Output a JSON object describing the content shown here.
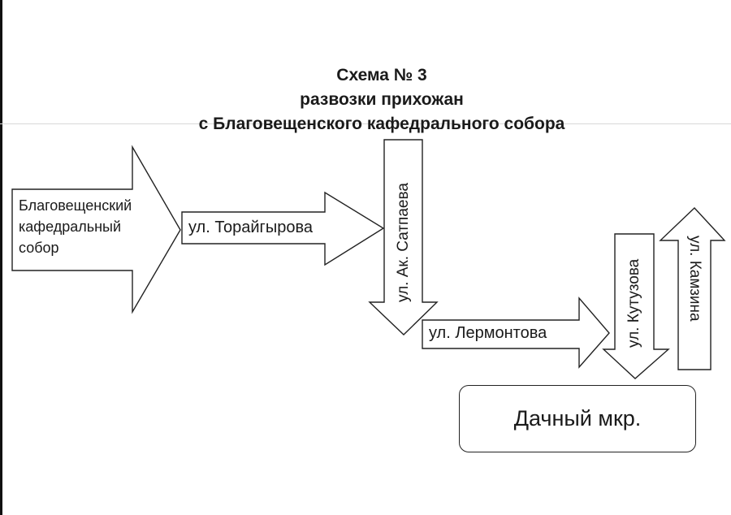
{
  "title": {
    "line1": "Схема № 3",
    "line2": "развозки прихожан",
    "line3": "с Благовещенского кафедрального собора"
  },
  "route": [
    {
      "id": "start",
      "lines": [
        "Благовещенский",
        "кафедральный",
        "собор"
      ],
      "direction": "right"
    },
    {
      "id": "toraigyrova",
      "label": "ул. Торайгырова",
      "direction": "right"
    },
    {
      "id": "satpaeva",
      "label": "ул. Ак. Сатпаева",
      "direction": "down"
    },
    {
      "id": "lermontova",
      "label": "ул. Лермонтова",
      "direction": "right"
    },
    {
      "id": "kutuzova",
      "label": "ул. Кутузова",
      "direction": "down"
    },
    {
      "id": "kamzina",
      "label": "ул. Камзина",
      "direction": "up"
    }
  ],
  "destination": {
    "label": "Дачный мкр."
  },
  "colors": {
    "stroke": "#222222",
    "text": "#1a1a1a",
    "background": "#ffffff"
  }
}
